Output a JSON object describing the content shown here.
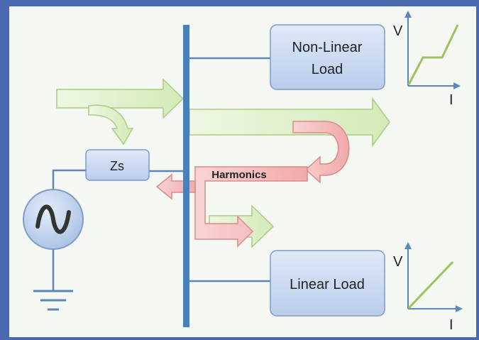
{
  "diagram": {
    "source_impedance_label": "Zs",
    "harmonics_label": "Harmonics",
    "nonlinear_load_label_line1": "Non-Linear",
    "nonlinear_load_label_line2": "Load",
    "linear_load_label": "Linear Load",
    "nonlinear_graph": {
      "y_axis_label": "V",
      "x_axis_label": "I"
    },
    "linear_graph": {
      "y_axis_label": "V",
      "x_axis_label": "I"
    }
  },
  "colors": {
    "frame_background": "#4a69b0",
    "canvas_background": "#f5f7f3",
    "busbar": "#4a80b8",
    "wire": "#5b86b8",
    "load_box_fill": "#c5d7f1",
    "load_box_stroke": "#7d9cc8",
    "fundamental_arrow_fill": "#dcefc4",
    "fundamental_arrow_stroke": "#a9cc80",
    "harmonic_arrow_fill": "#f5b9b9",
    "harmonic_arrow_stroke": "#d98a8a",
    "vi_curve": "#9cc35c"
  }
}
